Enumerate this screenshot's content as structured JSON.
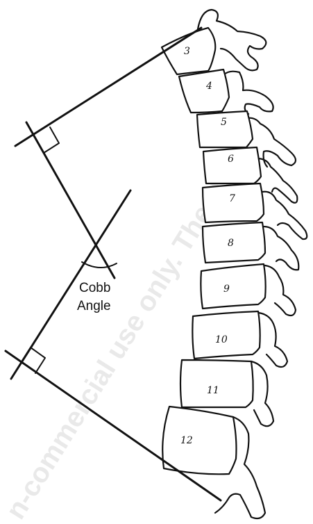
{
  "cobb_label": {
    "line1": "Cobb",
    "line2": "Angle"
  },
  "vertebrae": [
    "3",
    "4",
    "5",
    "6",
    "7",
    "8",
    "9",
    "10",
    "11",
    "12"
  ],
  "watermark": "n-commercial use only. The Us",
  "colors": {
    "ink": "#111111",
    "background": "#ffffff",
    "watermark": "#d8d8d8"
  }
}
